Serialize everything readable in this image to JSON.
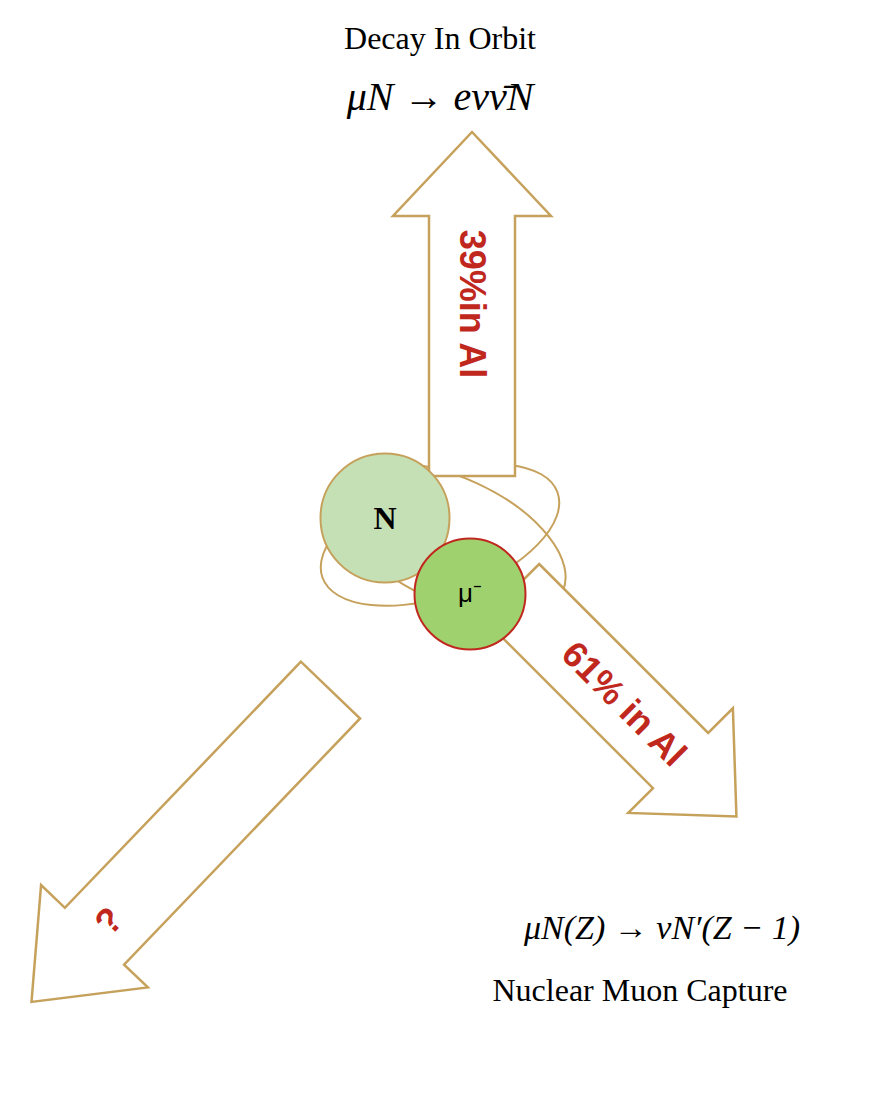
{
  "diagram": {
    "nodes": [
      {
        "text": [
          "39%in Al"
        ]
      },
      {
        "text": [
          "N"
        ]
      },
      {
        "text": [
          "μ⁻"
        ]
      },
      {
        "text": [
          "61% in Al"
        ]
      },
      {
        "text": [
          "?"
        ]
      }
    ],
    "labels": [
      "Decay In Orbit",
      "μN → eνν̄N",
      "μN(Z) → νN′(Z − 1)",
      "Nuclear Muon Capture"
    ]
  }
}
